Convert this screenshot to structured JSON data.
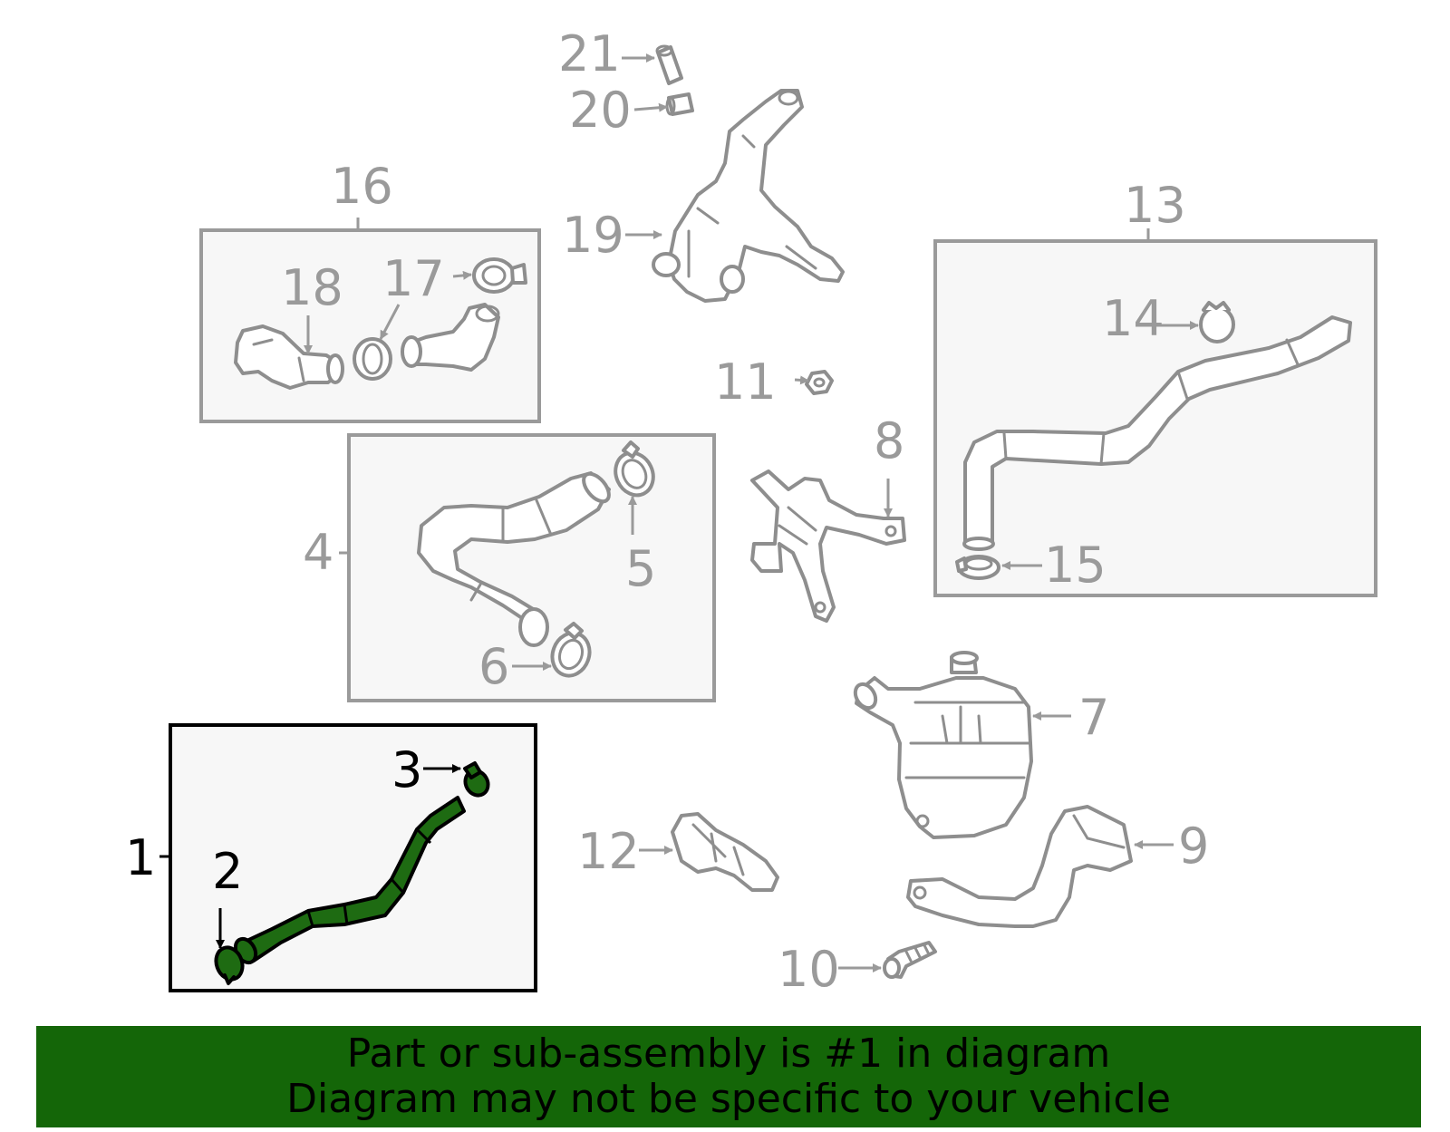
{
  "labels": {
    "n1": "1",
    "n2": "2",
    "n3": "3",
    "n4": "4",
    "n5": "5",
    "n6": "6",
    "n7": "7",
    "n8": "8",
    "n9": "9",
    "n10": "10",
    "n11": "11",
    "n12": "12",
    "n13": "13",
    "n14": "14",
    "n15": "15",
    "n16": "16",
    "n17": "17",
    "n18": "18",
    "n19": "19",
    "n20": "20",
    "n21": "21"
  },
  "banner": {
    "line1": "Part or sub-assembly is #1 in diagram",
    "line2": "Diagram may not be specific to your vehicle"
  },
  "colors": {
    "highlight": "#1e6b12",
    "banner": "#146608",
    "outline": "#8e8e8e"
  }
}
